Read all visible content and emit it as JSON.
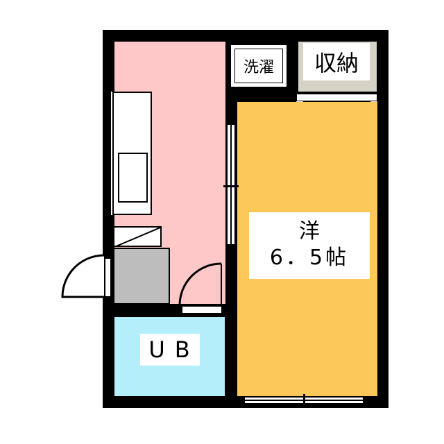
{
  "floorplan": {
    "rooms": {
      "western": {
        "name": "洋",
        "size": "6．5帖",
        "color": "#FDC85A"
      },
      "kitchen": {
        "color": "#FFC8C8"
      },
      "unit_bath": {
        "name": "UB",
        "color": "#B4EEFA"
      },
      "storage": {
        "name": "収納",
        "color": "#D6D3C6"
      },
      "laundry": {
        "name": "洗濯"
      }
    },
    "colors": {
      "wall": "#000000",
      "fridge": "#BDBDBD"
    }
  }
}
